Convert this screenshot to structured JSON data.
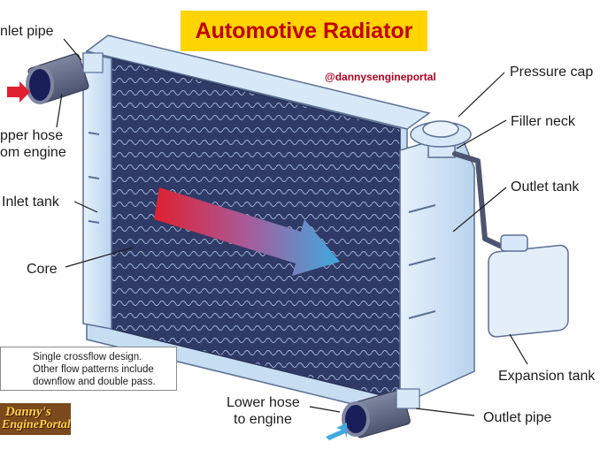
{
  "title": "Automotive Radiator",
  "handle": "@dannysengineportal",
  "labels": {
    "inlet_pipe": "nlet pipe",
    "upper_hose_1": "pper hose",
    "upper_hose_2": "om engine",
    "inlet_tank": "Inlet tank",
    "core": "Core",
    "pressure_cap": "Pressure cap",
    "filler_neck": "Filler neck",
    "outlet_tank": "Outlet tank",
    "expansion_tank": "Expansion tank",
    "lower_hose_1": "Lower hose",
    "lower_hose_2": "to engine",
    "outlet_pipe": "Outlet pipe"
  },
  "legend": {
    "line1": "Single crossflow design.",
    "line2": "Other flow patterns include",
    "line3": "downflow and double pass."
  },
  "logo": {
    "line1": "Danny's",
    "line2": "EnginePortal"
  },
  "colors": {
    "title_bg": "#ffd400",
    "title_text": "#c00000",
    "core": "#2f3a66",
    "tank": "#cfe4f7",
    "flow_hot": "#e02030",
    "flow_cold": "#3fa9e0"
  }
}
